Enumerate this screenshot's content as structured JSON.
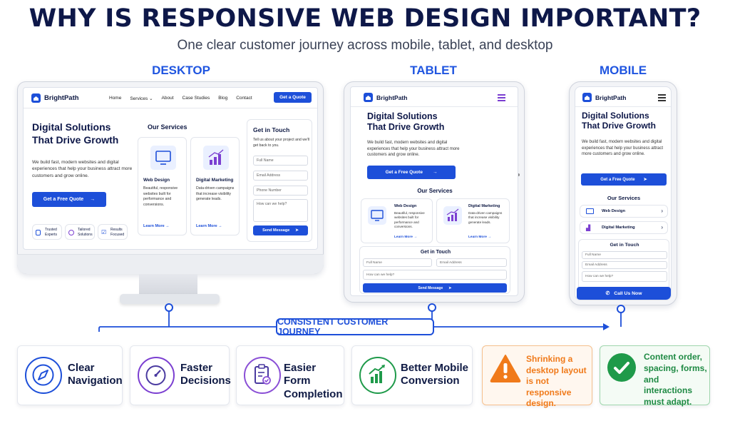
{
  "title": "WHY IS RESPONSIVE WEB DESIGN IMPORTANT?",
  "subtitle": "One clear customer journey across mobile, tablet, and desktop",
  "device_labels": {
    "desktop": "DESKTOP",
    "tablet": "TABLET",
    "mobile": "MOBILE"
  },
  "brand": "BrightPath",
  "desktop": {
    "nav": [
      "Home",
      "Services ⌄",
      "About",
      "Case Studies",
      "Blog",
      "Contact"
    ],
    "cta_top": "Get a Quote",
    "hero_title_1": "Digital Solutions",
    "hero_title_2": "That Drive Growth",
    "hero_text": "We build fast, modern websites and digital experiences that help your business attract more customers and grow online.",
    "hero_button": "Get a Free Quote",
    "trust": [
      "Trusted Experts",
      "Tailored Solutions",
      "Results Focused"
    ],
    "services_heading": "Our Services",
    "services": [
      {
        "name": "Web Design",
        "desc": "Beautiful, responsive websites built for performance and conversions.",
        "link": "Learn More"
      },
      {
        "name": "Digital Marketing",
        "desc": "Data-driven campaigns that increase visibility generate leads.",
        "link": "Learn More"
      }
    ],
    "contact_heading": "Get in Touch",
    "contact_text": "Tell us about your project and we'll get back to you.",
    "fields": [
      "Full Name",
      "Email Address",
      "Phone Number",
      "How can we help?"
    ],
    "send": "Send Message"
  },
  "tablet": {
    "hero_title_1": "Digital Solutions",
    "hero_title_2": "That Drive Growth",
    "hero_text": "We build fast, modern websites and digital experiences that help your business attract more customers and grow online.",
    "hero_button": "Get a Free Quote",
    "services_heading": "Our Services",
    "services": [
      {
        "name": "Web Design",
        "desc": "Beautiful, responsive websites built for performance and conversions.",
        "link": "Learn More"
      },
      {
        "name": "Digital Marketing",
        "desc": "Data-driven campaigns that increase visibility generate leads.",
        "link": "Learn More"
      }
    ],
    "contact_heading": "Get in Touch",
    "fields": [
      "Full Name",
      "Email Address",
      "How can we help?"
    ],
    "send": "Send Message"
  },
  "mobile": {
    "hero_title_1": "Digital Solutions",
    "hero_title_2": "That Drive Growth",
    "hero_text": "We build fast, modern websites and digital experiences that help your business attract more customers and grow online.",
    "hero_button": "Get a Free Quote",
    "services_heading": "Our Services",
    "services": [
      "Web Design",
      "Digital Marketing"
    ],
    "contact_heading": "Get in Touch",
    "fields": [
      "Full Name",
      "Email Address",
      "How can we help?"
    ],
    "call": "Call Us Now"
  },
  "journey_label": "CONSISTENT CUSTOMER JOURNEY",
  "features": [
    {
      "line1": "Clear",
      "line2": "Navigation",
      "icon": "compass-icon"
    },
    {
      "line1": "Faster",
      "line2": "Decisions",
      "icon": "gauge-icon"
    },
    {
      "line1": "Easier Form",
      "line2": "Completion",
      "icon": "clipboard-check-icon"
    },
    {
      "line1": "Better Mobile",
      "line2": "Conversion",
      "icon": "growth-chart-icon"
    }
  ],
  "warning": {
    "lines": [
      "Shrinking a",
      "desktop layout",
      "is not responsive",
      "design."
    ],
    "icon": "warning-icon",
    "color": "#f07a1a"
  },
  "adapt": {
    "lines": [
      "Content order,",
      "spacing, forms,",
      "and interactions",
      "must adapt."
    ],
    "icon": "check-icon",
    "color": "#1f9a4a"
  },
  "colors": {
    "accent": "#1d4fd9",
    "navy": "#0e1849"
  }
}
